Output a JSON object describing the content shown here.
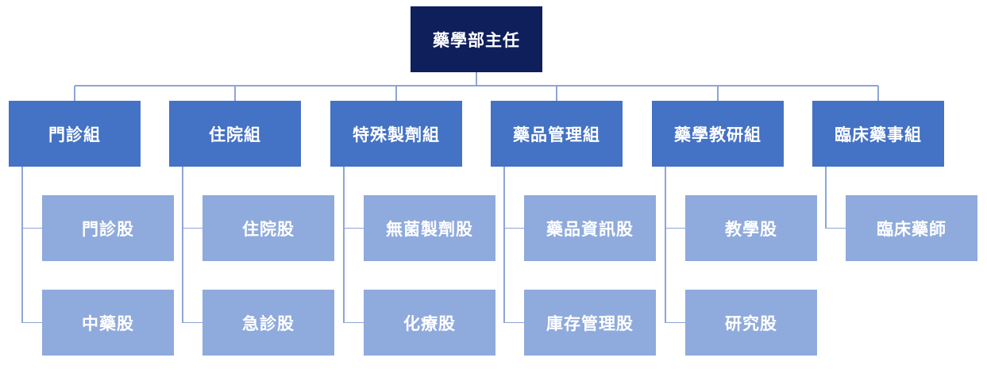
{
  "root": {
    "label": "藥學部主任"
  },
  "groups": [
    {
      "label": "門診組",
      "units": [
        "門診股",
        "中藥股"
      ]
    },
    {
      "label": "住院組",
      "units": [
        "住院股",
        "急診股"
      ]
    },
    {
      "label": "特殊製劑組",
      "units": [
        "無菌製劑股",
        "化療股"
      ]
    },
    {
      "label": "藥品管理組",
      "units": [
        "藥品資訊股",
        "庫存管理股"
      ]
    },
    {
      "label": "藥學教研組",
      "units": [
        "教學股",
        "研究股"
      ]
    },
    {
      "label": "臨床藥事組",
      "units": [
        "臨床藥師"
      ]
    }
  ],
  "colors": {
    "root": "#0f1f5c",
    "group": "#4472c4",
    "unit": "#8faadc",
    "connector": "#8ea5d6"
  }
}
